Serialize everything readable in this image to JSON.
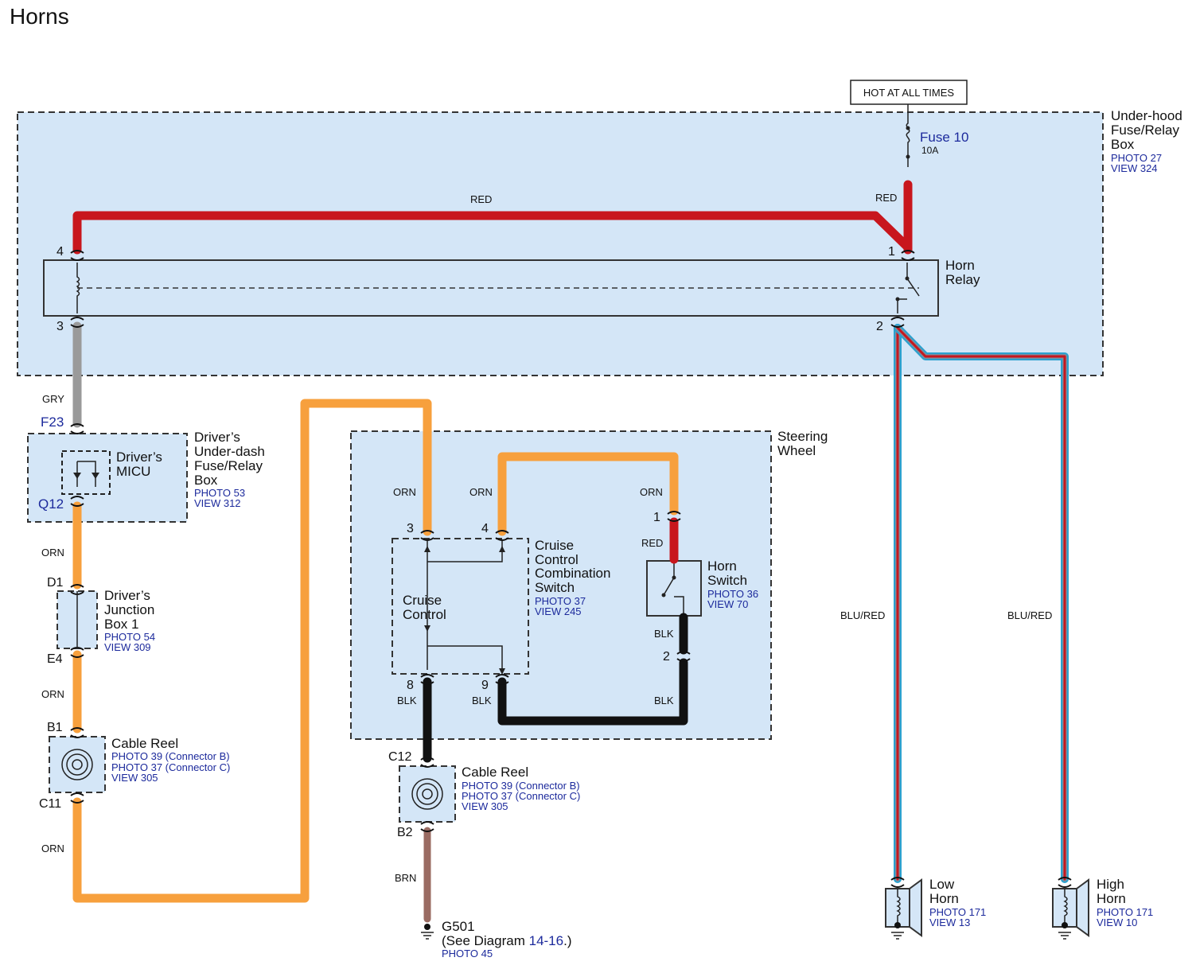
{
  "title": "Horns",
  "hot_label": "HOT AT ALL TIMES",
  "underhood": {
    "l1": "Under-hood",
    "l2": "Fuse/Relay",
    "l3": "Box",
    "photo": "PHOTO 27",
    "view": "VIEW 324"
  },
  "fuse": {
    "name": "Fuse 10",
    "rating": "10A"
  },
  "relay": {
    "l1": "Horn",
    "l2": "Relay",
    "pin1": "1",
    "pin2": "2",
    "pin3": "3",
    "pin4": "4"
  },
  "wires": {
    "red_top": "RED",
    "red_fuse": "RED",
    "gry": "GRY",
    "orn1": "ORN",
    "orn2": "ORN",
    "orn3": "ORN",
    "orn_sw3": "ORN",
    "orn_sw4": "ORN",
    "orn_horn": "ORN",
    "red_horn": "RED",
    "blk_horn": "BLK",
    "blk8": "BLK",
    "blk9": "BLK",
    "blk_bottom": "BLK",
    "brn": "BRN",
    "blu_red_low": "BLU/RED",
    "blu_red_high": "BLU/RED"
  },
  "micu_box": {
    "conn_top": "F23",
    "conn_bot": "Q12",
    "inner_l1": "Driver’s",
    "inner_l2": "MICU",
    "l1": "Driver’s",
    "l2": "Under-dash",
    "l3": "Fuse/Relay",
    "l4": "Box",
    "photo": "PHOTO 53",
    "view": "VIEW 312"
  },
  "junction": {
    "conn_top": "D1",
    "conn_bot": "E4",
    "l1": "Driver’s",
    "l2": "Junction",
    "l3": "Box 1",
    "photo": "PHOTO 54",
    "view": "VIEW 309"
  },
  "cable_reel_left": {
    "conn_top": "B1",
    "conn_bot": "C11",
    "name": "Cable Reel",
    "p1": "PHOTO 39 (Connector B)",
    "p2": "PHOTO 37 (Connector C)",
    "view": "VIEW 305"
  },
  "cable_reel_mid": {
    "conn_top": "C12",
    "conn_bot": "B2",
    "name": "Cable Reel",
    "p1": "PHOTO 39 (Connector B)",
    "p2": "PHOTO 37 (Connector C)",
    "view": "VIEW 305"
  },
  "steering": {
    "l1": "Steering",
    "l2": "Wheel"
  },
  "cruise": {
    "pin3": "3",
    "pin4": "4",
    "pin8": "8",
    "pin9": "9",
    "inner_l1": "Cruise",
    "inner_l2": "Control",
    "l1": "Cruise",
    "l2": "Control",
    "l3": "Combination",
    "l4": "Switch",
    "photo": "PHOTO 37",
    "view": "VIEW 245"
  },
  "horn_switch": {
    "pin1": "1",
    "pin2": "2",
    "l1": "Horn",
    "l2": "Switch",
    "photo": "PHOTO 36",
    "view": "VIEW 70"
  },
  "ground": {
    "name": "G501",
    "see_pre": "(See Diagram ",
    "see_link": "14-16",
    "see_post": ".)",
    "photo": "PHOTO 45"
  },
  "low_horn": {
    "l1": "Low",
    "l2": "Horn",
    "photo": "PHOTO 171",
    "view": "VIEW 13"
  },
  "high_horn": {
    "l1": "High",
    "l2": "Horn",
    "photo": "PHOTO 171",
    "view": "VIEW 10"
  },
  "colors": {
    "red": "#c8161d",
    "gray": "#9a9a9a",
    "orange": "#f7a03d",
    "black": "#111111",
    "brown": "#9a6b62",
    "blue_red_outer": "#2aa1cf",
    "box_fill": "#d4e6f7",
    "ref_blue": "#1c2a9c"
  }
}
